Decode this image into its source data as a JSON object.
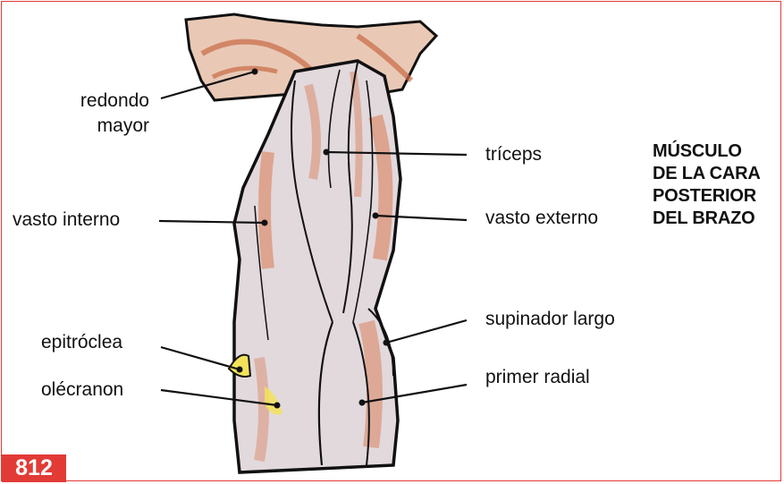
{
  "colors": {
    "frame": "#e23b36",
    "badge": "#e23b36",
    "muscle_fill": "#e2d9dd",
    "muscle_accent": "#d8794f",
    "outline": "#111111",
    "bone": "#f2e25a"
  },
  "title": {
    "lines": [
      "MÚSCULO",
      "DE LA CARA",
      "POSTERIOR",
      "DEL BRAZO"
    ]
  },
  "labels": {
    "redondo_mayor_1": "redondo",
    "redondo_mayor_2": "mayor",
    "vasto_interno": "vasto interno",
    "epitroclea": "epitróclea",
    "olecranon": "olécranon",
    "triceps": "tríceps",
    "vasto_externo": "vasto externo",
    "supinador_largo": "supinador largo",
    "primer_radial": "primer radial"
  },
  "page_number": "812"
}
